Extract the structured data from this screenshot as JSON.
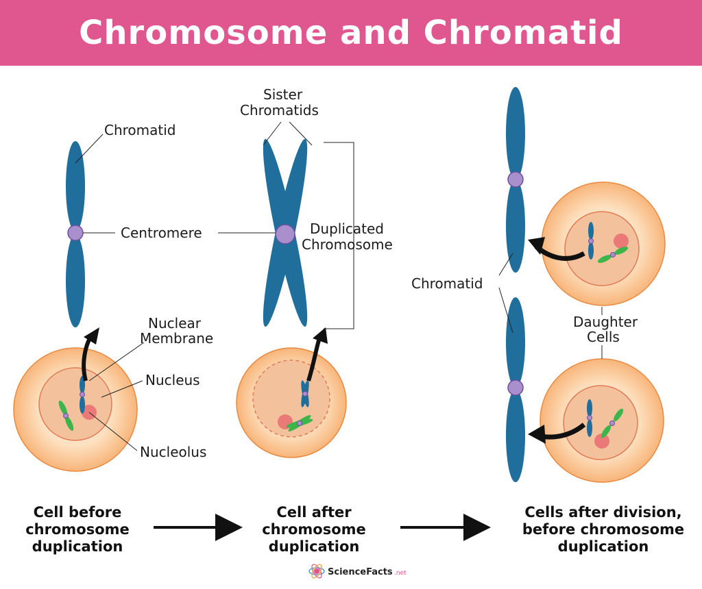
{
  "title": "Chromosome and Chromatid",
  "labels": {
    "chromatid_top": "Chromatid",
    "centromere": "Centromere",
    "nuclear_line1": "Nuclear",
    "nuclear_line2": "Membrane",
    "nucleus": "Nucleus",
    "nucleolus": "Nucleolus",
    "sister_line1": "Sister",
    "sister_line2": "Chromatids",
    "duplicated_line1": "Duplicated",
    "duplicated_line2": "Chromosome",
    "chromatid_right": "Chromatid",
    "daughter_line1": "Daughter",
    "daughter_line2": "Cells"
  },
  "captions": {
    "stage1": [
      "Cell before",
      "chromosome",
      "duplication"
    ],
    "stage2": [
      "Cell after",
      "chromosome",
      "duplication"
    ],
    "stage3": [
      "Cells after division,",
      "before chromosome",
      "duplication"
    ]
  },
  "brand": {
    "name": "ScienceFacts",
    "tld": ".net"
  },
  "colors": {
    "title_bg": "#E0578F",
    "chromatid_blue": "#1F6E9C",
    "centromere_purple": "#A98FCC",
    "cell_outer": "#FCD3A6",
    "cell_nucleus": "#F3C29C",
    "nucleolus": "#E97A78",
    "green_chromosome": "#3CB54A"
  }
}
